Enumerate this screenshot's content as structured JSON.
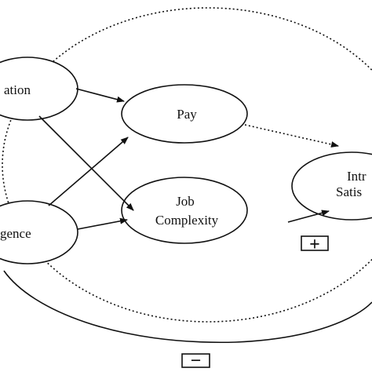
{
  "diagram": {
    "nodes": {
      "education": {
        "label": "ation"
      },
      "intelligence": {
        "label": "gence"
      },
      "pay": {
        "label": "Pay"
      },
      "job_complexity": {
        "line1": "Job",
        "line2": "Complexity"
      },
      "intrinsic_satisfaction": {
        "line1": "Intr",
        "line2": "Satis"
      }
    },
    "signs": {
      "positive": "+",
      "negative": "−"
    }
  },
  "colors": {
    "stroke": "#111111",
    "background": "#ffffff"
  }
}
